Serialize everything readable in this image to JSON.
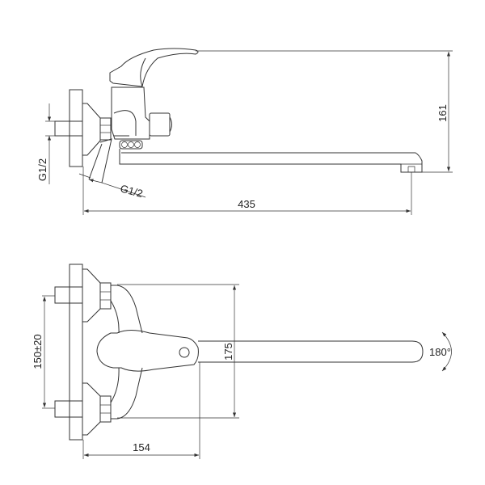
{
  "drawing": {
    "line_color": "#333333",
    "side_view": {
      "height_dim": "161",
      "length_dim": "435",
      "inlet_thread_vertical": "G1/2",
      "inlet_thread_angled": "G1/2"
    },
    "front_view": {
      "inlet_spacing_dim": "150±20",
      "body_height_dim": "175",
      "depth_dim": "154",
      "swivel_angle": "180°"
    }
  }
}
